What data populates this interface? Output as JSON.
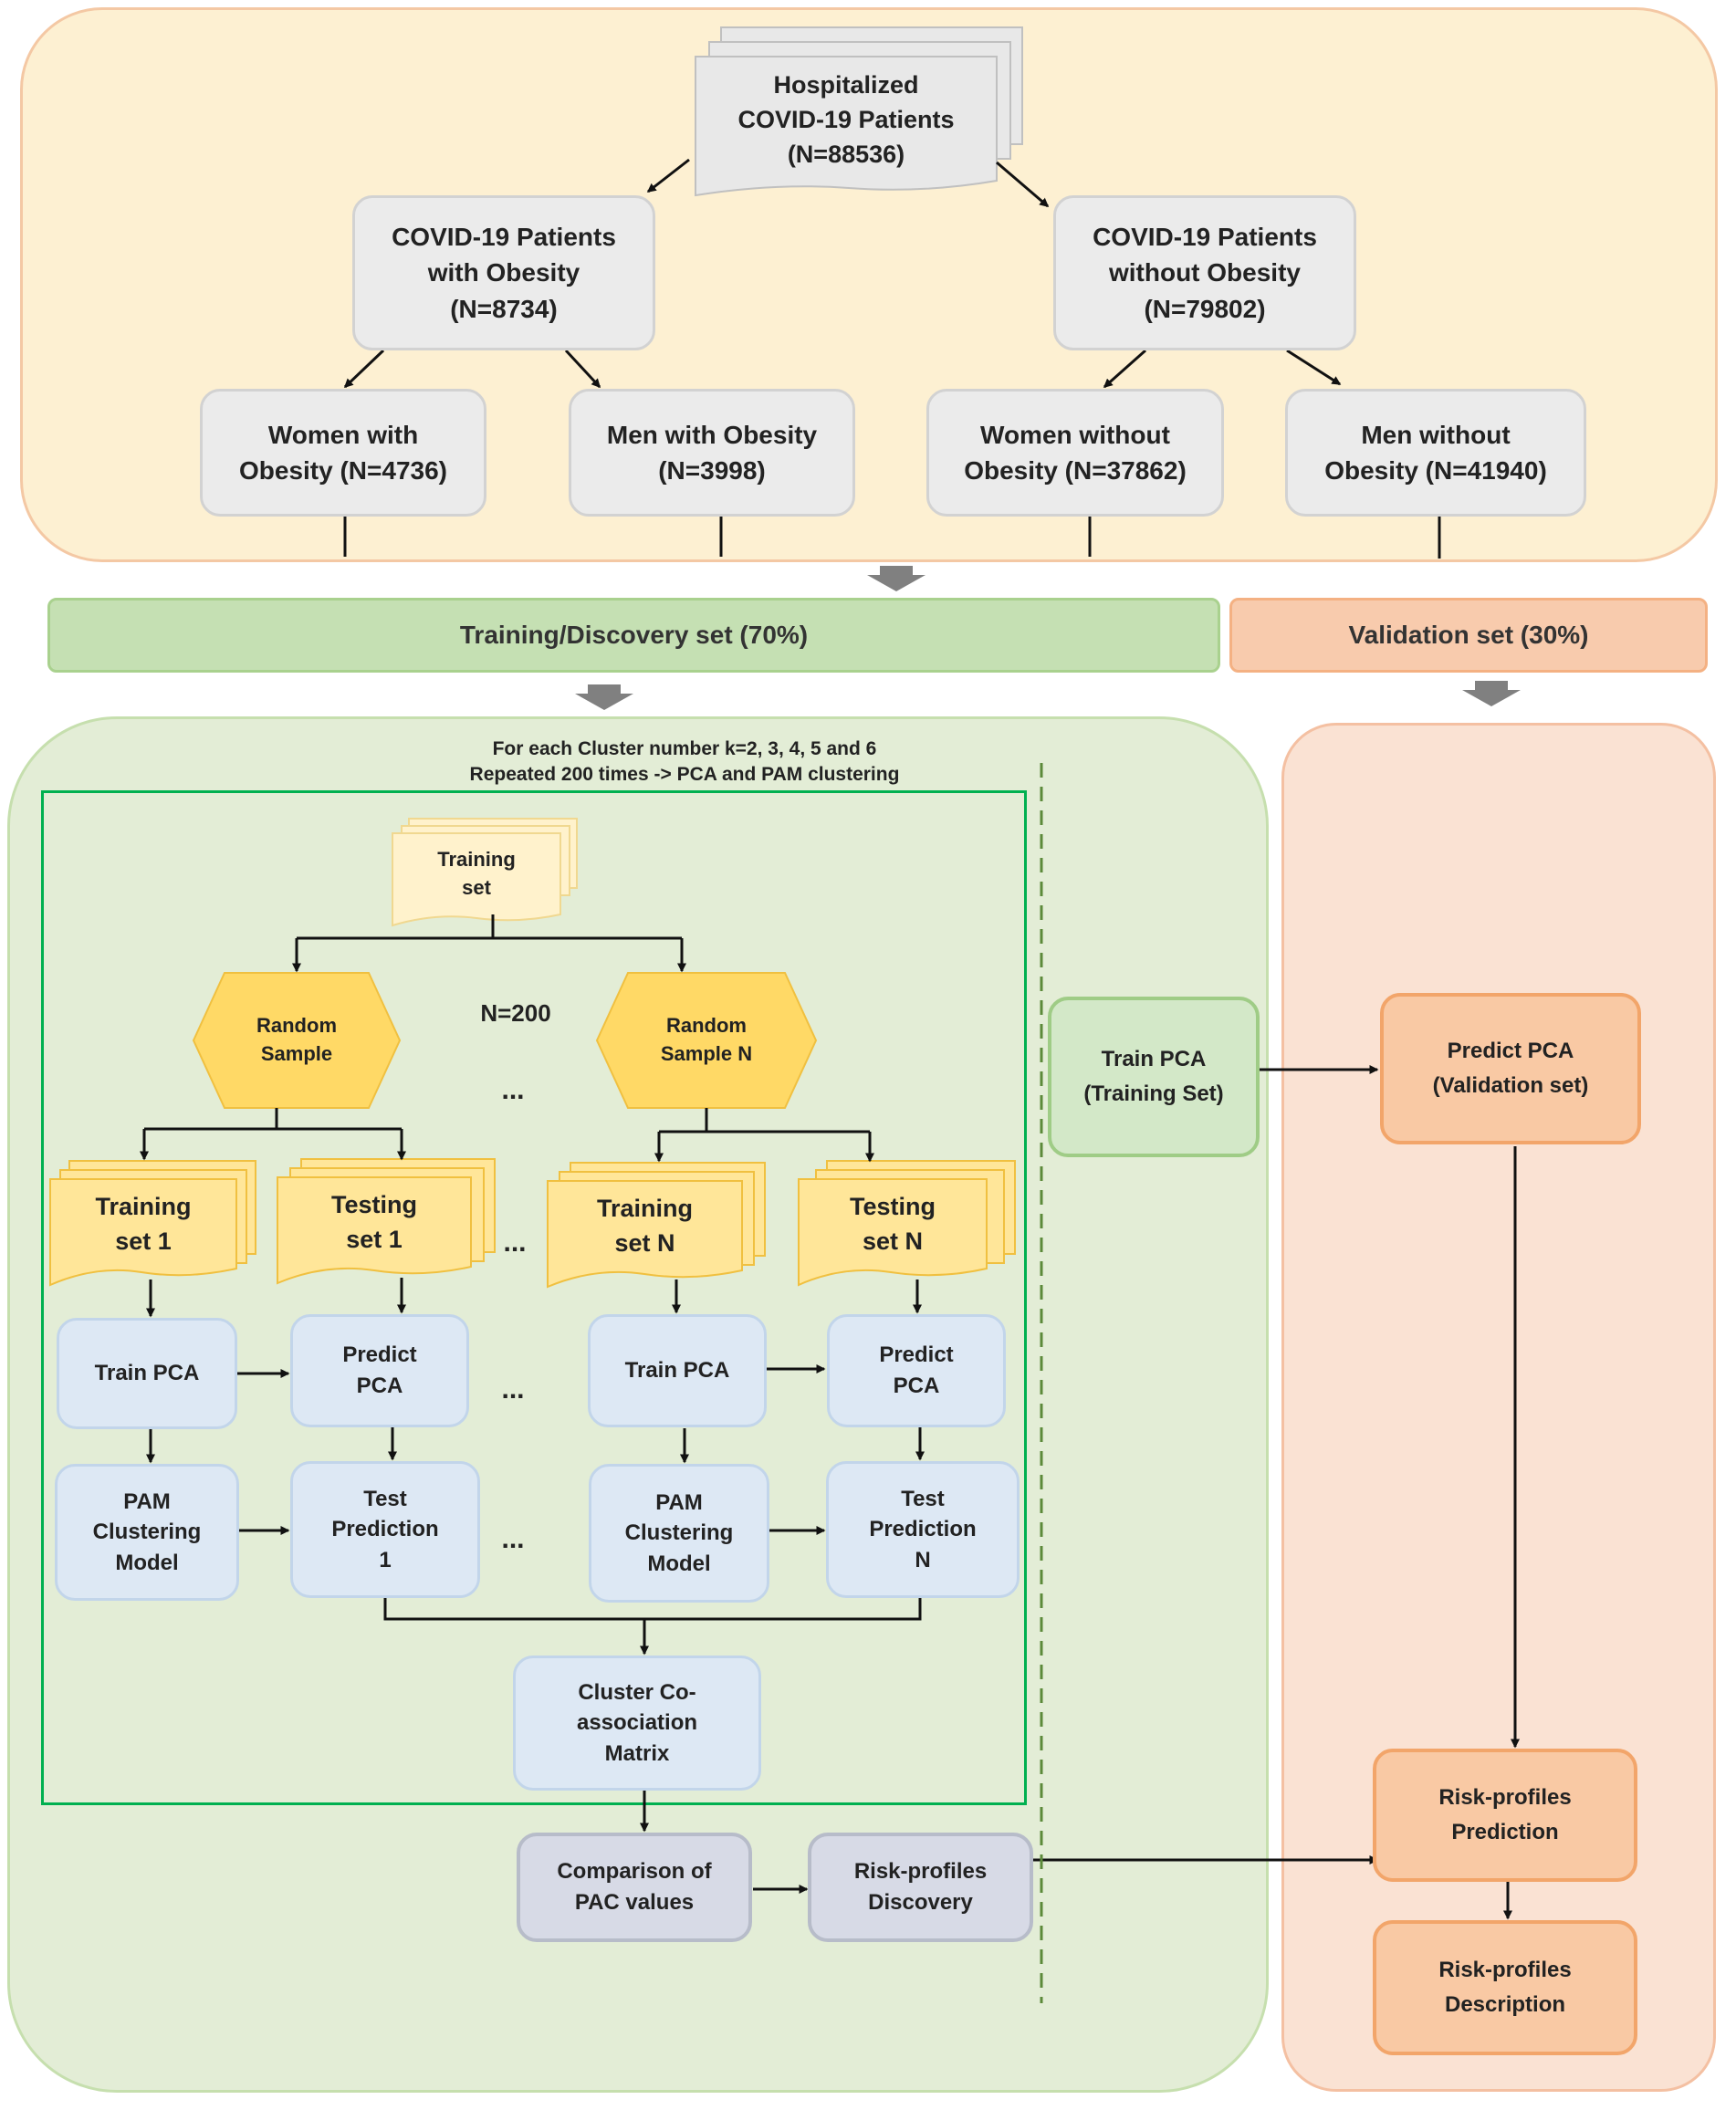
{
  "colors": {
    "top_panel": "#fdf0d2",
    "training_panel": "#e3edd6",
    "validation_panel": "#fae2d3",
    "training_bar": "#c5e0b3",
    "validation_bar": "#f8cbad",
    "yellow_node": "#ffe699",
    "hexagon": "#ffd966",
    "loop_border": "#00b050"
  },
  "top": {
    "root": "Hospitalized\nCOVID-19 Patients\n(N=88536)",
    "with_obesity": "COVID-19 Patients\nwith Obesity\n(N=8734)",
    "without_obesity": "COVID-19 Patients\nwithout Obesity\n(N=79802)",
    "women_with": "Women with\nObesity (N=4736)",
    "men_with": "Men with Obesity\n(N=3998)",
    "women_without": "Women without\nObesity (N=37862)",
    "men_without": "Men without\nObesity (N=41940)"
  },
  "split": {
    "training_label": "Training/Discovery set (70%)",
    "validation_label": "Validation set (30%)"
  },
  "training": {
    "caption": "For each Cluster number k=2, 3, 4, 5 and 6\nRepeated 200 times -> PCA and PAM clustering",
    "training_set": "Training\nset",
    "random_sample": "Random\nSample",
    "random_sample_n": "Random\nSample N",
    "n_label": "N=200",
    "ellipsis": "...",
    "training_set_1": "Training\nset 1",
    "testing_set_1": "Testing\nset 1",
    "training_set_n": "Training\nset N",
    "testing_set_n": "Testing\nset N",
    "train_pca": "Train PCA",
    "predict_pca": "Predict\nPCA",
    "pam_model": "PAM\nClustering\nModel",
    "test_prediction_1": "Test\nPrediction\n1",
    "test_prediction_n": "Test\nPrediction\nN",
    "coassociation": "Cluster Co-\nassociation\nMatrix",
    "comparison_pac": "Comparison of\nPAC values",
    "risk_discovery": "Risk-profiles\nDiscovery",
    "train_pca_training_set": "Train PCA\n(Training Set)"
  },
  "validation": {
    "predict_pca": "Predict PCA\n(Validation set)",
    "risk_prediction": "Risk-profiles\nPrediction",
    "risk_description": "Risk-profiles\nDescription"
  }
}
